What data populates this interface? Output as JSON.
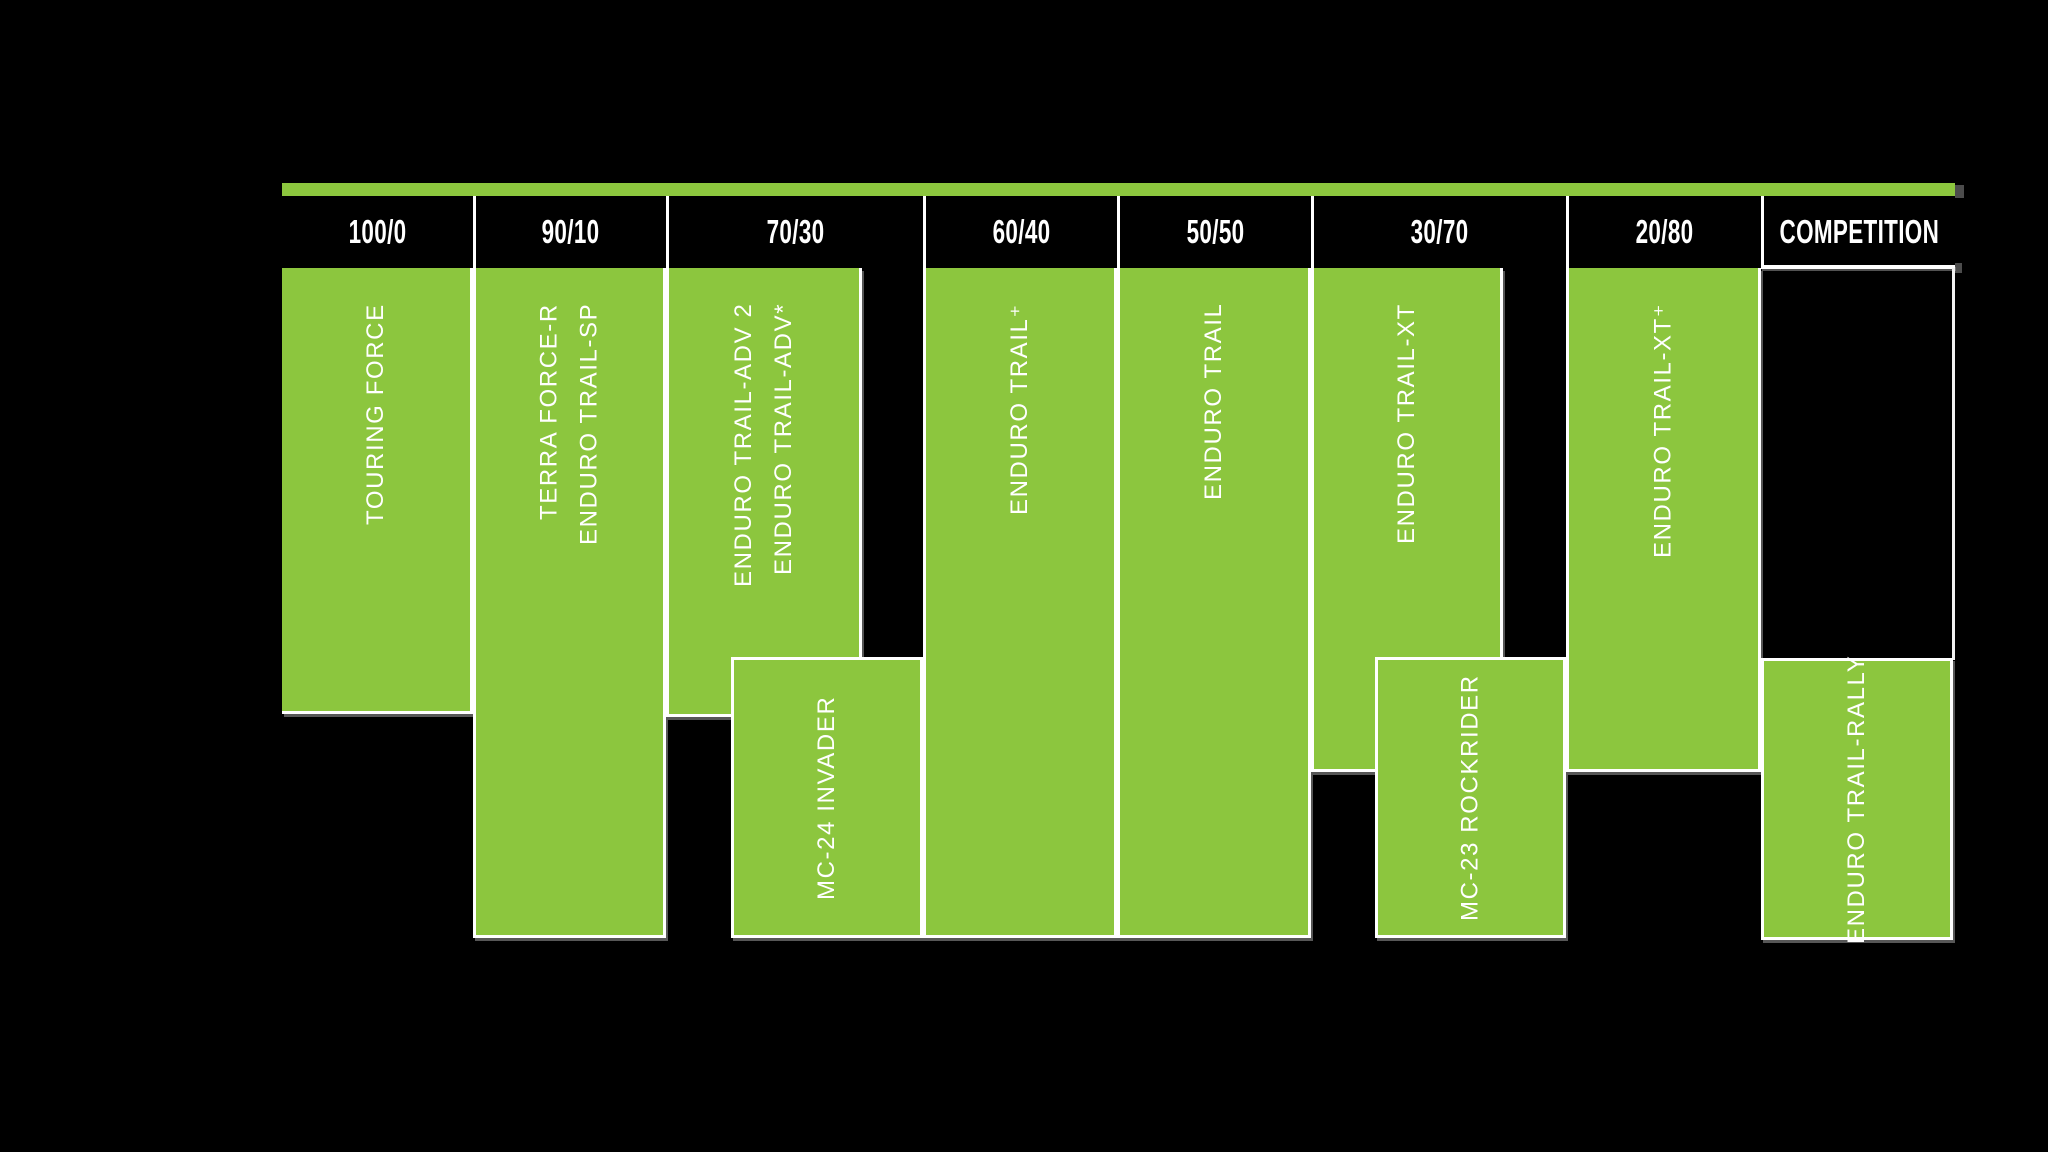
{
  "colors": {
    "bar_green": "#8CC63E",
    "background": "#000000",
    "border_white": "#FFFFFF",
    "end_cap_gray": "#4C4C4C"
  },
  "header": {
    "categories": [
      "100/0",
      "90/10",
      "70/30",
      "60/40",
      "50/50",
      "30/70",
      "20/80",
      "COMPETITION"
    ]
  },
  "bars": [
    {
      "id": "touring-force",
      "line1": "TOURING FORCE"
    },
    {
      "id": "terra-force-r",
      "line1": "TERRA FORCE-R",
      "line2": "ENDURO TRAIL-SP"
    },
    {
      "id": "enduro-trail-adv",
      "line1": "ENDURO TRAIL-ADV 2",
      "line2": "ENDURO TRAIL-ADV*"
    },
    {
      "id": "mc-24-invader",
      "line1": "MC-24 INVADER"
    },
    {
      "id": "enduro-trail-plus",
      "line1": "ENDURO TRAIL⁺"
    },
    {
      "id": "enduro-trail",
      "line1": "ENDURO TRAIL"
    },
    {
      "id": "enduro-trail-xt",
      "line1": "ENDURO TRAIL-XT"
    },
    {
      "id": "mc-23-rockrider",
      "line1": "MC-23 ROCKRIDER"
    },
    {
      "id": "enduro-trail-xt-plus",
      "line1": "ENDURO TRAIL-XT⁺"
    },
    {
      "id": "enduro-trail-rally",
      "line1": "ENDURO TRAIL-RALLY"
    }
  ],
  "chart_data": {
    "type": "table",
    "title": "",
    "columns": [
      {
        "category": "100/0",
        "products": [
          {
            "name": "TOURING FORCE",
            "extent": "upper"
          }
        ]
      },
      {
        "category": "90/10",
        "products": [
          {
            "name": "TERRA FORCE-R",
            "extent": "full"
          },
          {
            "name": "ENDURO TRAIL-SP",
            "extent": "full"
          }
        ]
      },
      {
        "category": "70/30",
        "products": [
          {
            "name": "ENDURO TRAIL-ADV 2",
            "extent": "upper"
          },
          {
            "name": "ENDURO TRAIL-ADV*",
            "extent": "upper"
          },
          {
            "name": "MC-24 INVADER",
            "extent": "lower"
          }
        ]
      },
      {
        "category": "60/40",
        "products": [
          {
            "name": "ENDURO TRAIL⁺",
            "extent": "full"
          }
        ]
      },
      {
        "category": "50/50",
        "products": [
          {
            "name": "ENDURO TRAIL",
            "extent": "full"
          }
        ]
      },
      {
        "category": "30/70",
        "products": [
          {
            "name": "ENDURO TRAIL-XT",
            "extent": "upper-mid"
          },
          {
            "name": "MC-23 ROCKRIDER",
            "extent": "lower"
          }
        ]
      },
      {
        "category": "20/80",
        "products": [
          {
            "name": "ENDURO TRAIL-XT⁺",
            "extent": "upper-mid"
          }
        ]
      },
      {
        "category": "COMPETITION",
        "products": [
          {
            "name": "ENDURO TRAIL-RALLY",
            "extent": "lower"
          }
        ]
      }
    ],
    "legend_position": "none",
    "grid": false
  }
}
